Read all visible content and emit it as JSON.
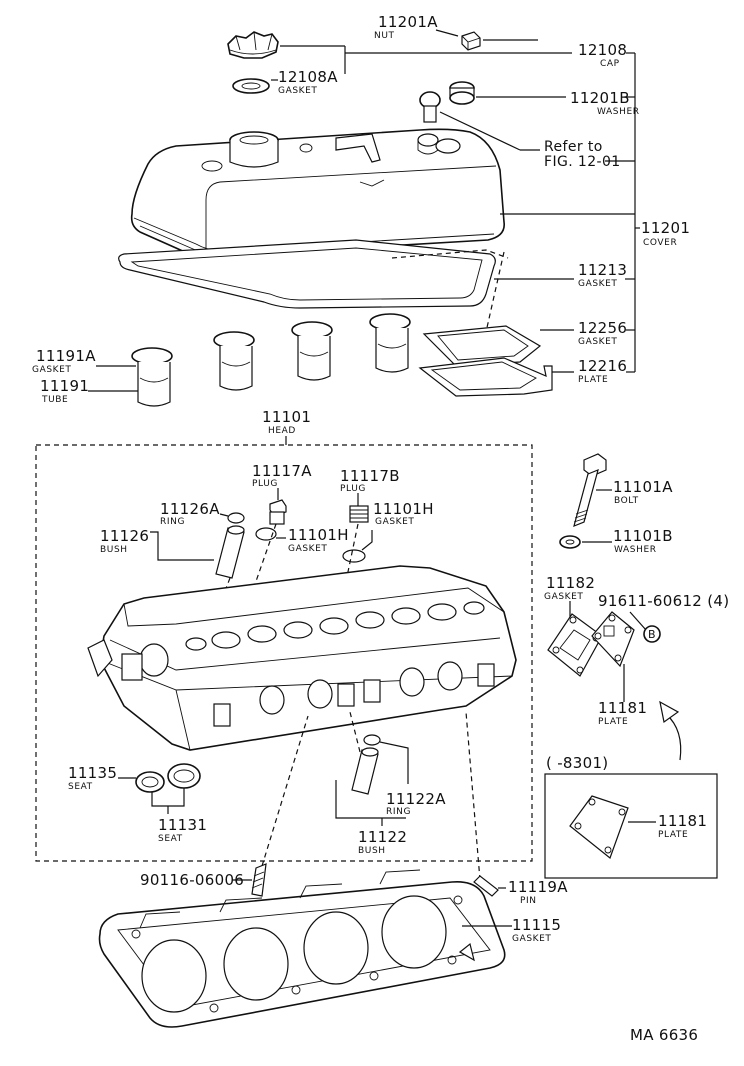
{
  "labels": {
    "nut_11201a": {
      "num": "11201A",
      "name": "NUT"
    },
    "cap_12108": {
      "num": "12108",
      "name": "CAP"
    },
    "gasket_12108a": {
      "num": "12108A",
      "name": "GASKET"
    },
    "washer_11201b": {
      "num": "11201B",
      "name": "WASHER"
    },
    "refer": {
      "line1": "Refer to",
      "line2": "FIG. 12-01"
    },
    "cover_11201": {
      "num": "11201",
      "name": "COVER"
    },
    "gasket_11213": {
      "num": "11213",
      "name": "GASKET"
    },
    "gasket_12256": {
      "num": "12256",
      "name": "GASKET"
    },
    "plate_12216": {
      "num": "12216",
      "name": "PLATE"
    },
    "gasket_11191a": {
      "num": "11191A",
      "name": "GASKET"
    },
    "tube_11191": {
      "num": "11191",
      "name": "TUBE"
    },
    "head_11101": {
      "num": "11101",
      "name": "HEAD"
    },
    "plug_11117a": {
      "num": "11117A",
      "name": "PLUG"
    },
    "plug_11117b": {
      "num": "11117B",
      "name": "PLUG"
    },
    "ring_11126a": {
      "num": "11126A",
      "name": "RING"
    },
    "gasket_11101h_right": {
      "num": "11101H",
      "name": "GASKET"
    },
    "bush_11126": {
      "num": "11126",
      "name": "BUSH"
    },
    "gasket_11101h_left": {
      "num": "11101H",
      "name": "GASKET"
    },
    "bolt_11101a": {
      "num": "11101A",
      "name": "BOLT"
    },
    "washer_11101b": {
      "num": "11101B",
      "name": "WASHER"
    },
    "gasket_11182": {
      "num": "11182",
      "name": "GASKET"
    },
    "bolt_91611": {
      "num": "91611-60612 (4)"
    },
    "plate_11181": {
      "num": "11181",
      "name": "PLATE"
    },
    "range": {
      "text": "(      -8301)"
    },
    "plate_11181_inset": {
      "num": "11181",
      "name": "PLATE"
    },
    "seat_11135": {
      "num": "11135",
      "name": "SEAT"
    },
    "seat_11131": {
      "num": "11131",
      "name": "SEAT"
    },
    "ring_11122a": {
      "num": "11122A",
      "name": "RING"
    },
    "bush_11122": {
      "num": "11122",
      "name": "BUSH"
    },
    "stud_90116": {
      "num": "90116-06006"
    },
    "pin_11119a": {
      "num": "11119A",
      "name": "PIN"
    },
    "gasket_11115": {
      "num": "11115",
      "name": "GASKET"
    },
    "code": {
      "text": "MA 6636"
    },
    "marker_b": {
      "text": "B"
    }
  }
}
